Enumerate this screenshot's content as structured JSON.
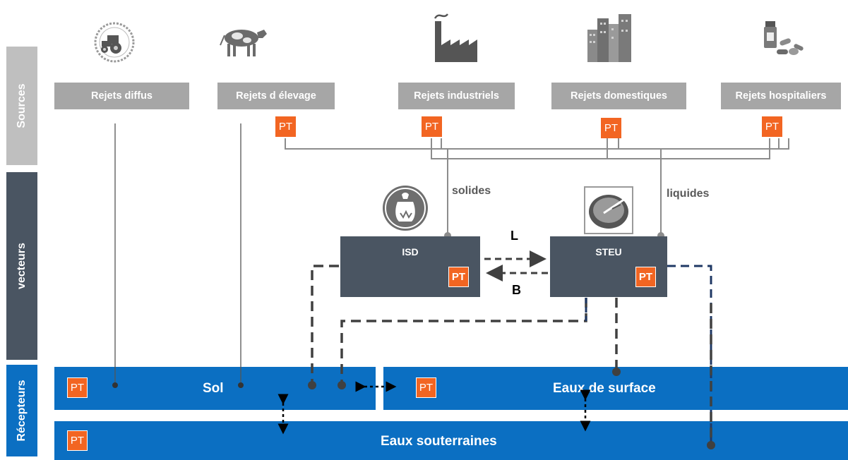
{
  "sidebar": {
    "sources": "Sources",
    "vecteurs": "vecteurs",
    "recepteurs": "Récepteurs"
  },
  "sources": [
    {
      "label": "Rejets diffus",
      "icon": "tractor-icon"
    },
    {
      "label": "Rejets d élevage",
      "icon": "cow-icon"
    },
    {
      "label": "Rejets industriels",
      "icon": "factory-icon"
    },
    {
      "label": "Rejets domestiques",
      "icon": "city-buildings-icon"
    },
    {
      "label": "Rejets hospitaliers",
      "icon": "medicine-icon"
    }
  ],
  "pt_label": "PT",
  "flows": {
    "solides": "solides",
    "liquides": "liquides",
    "L": "L",
    "B": "B"
  },
  "vecteurs": {
    "isd": {
      "label": "ISD",
      "icon": "garbage-bag-icon"
    },
    "steu": {
      "label": "STEU",
      "icon": "treatment-tank-icon"
    }
  },
  "recepteurs": {
    "sol": "Sol",
    "eaux_surface": "Eaux de surface",
    "eaux_souterraines": "Eaux souterraines"
  },
  "colors": {
    "source_box": "#a6a6a6",
    "vector_box": "#4a5562",
    "receptor": "#0b6fc2",
    "pt": "#f26522",
    "line": "#808080",
    "dashed": "#404040",
    "navy_dashed": "#1f3864"
  }
}
